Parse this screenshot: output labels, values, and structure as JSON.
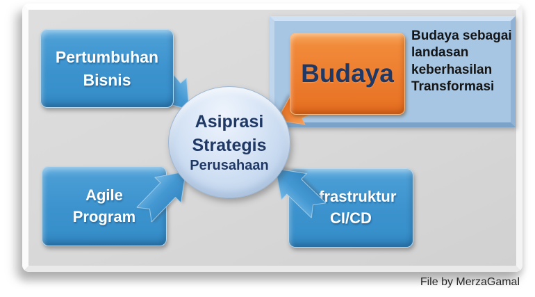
{
  "diagram": {
    "center": {
      "title": "Asiprasi\nStrategis",
      "subtitle": "Perusahaan"
    },
    "nodes": [
      {
        "id": "pertumbuhan-bisnis",
        "label": "Pertumbuhan\nBisnis"
      },
      {
        "id": "budaya",
        "label": "Budaya",
        "caption": "Budaya sebagai\nlandasan\nkeberhasilan\nTransformasi"
      },
      {
        "id": "agile-program",
        "label": "Agile\nProgram"
      },
      {
        "id": "infrastruktur-cicd",
        "label": "Infrastruktur\nCI/CD"
      }
    ],
    "colors": {
      "node_blue": "#3B92CD",
      "node_orange": "#ED7D2F",
      "budaya_panel_blue": "#A6C6E4",
      "circle_fill": "#C9DCF2",
      "navy_text": "#1F3864",
      "caption_text": "#141414",
      "panel_gray": "#D8D8D8"
    }
  },
  "footer": {
    "credit": "File by MerzaGamal"
  }
}
